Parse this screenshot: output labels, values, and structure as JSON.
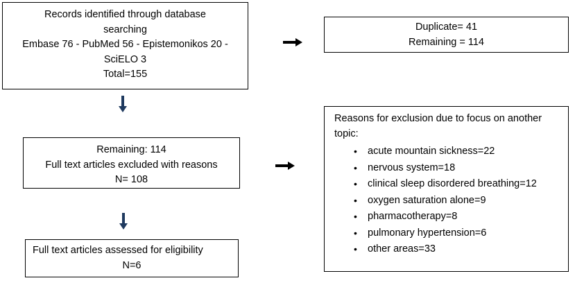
{
  "records_box": {
    "lines": [
      "Records identified through database",
      "searching",
      "Embase 76 - PubMed 56 - Epistemonikos 20 -",
      "SciELO 3",
      "Total=155"
    ]
  },
  "duplicate_box": {
    "lines": [
      "Duplicate= 41",
      "Remaining = 114"
    ]
  },
  "remaining_box": {
    "lines": [
      "Remaining: 114",
      "Full text articles excluded with reasons",
      "N= 108"
    ]
  },
  "assessed_box": {
    "lines": [
      "Full text articles assessed for eligibility",
      "N=6"
    ]
  },
  "reasons_box": {
    "heading": [
      "Reasons for exclusion due to focus on another",
      "topic:"
    ],
    "items": [
      "acute mountain sickness=22",
      "nervous system=18",
      "clinical sleep disordered breathing=12",
      "oxygen saturation alone=9",
      "pharmacotherapy=8",
      "pulmonary hypertension=6",
      "other areas=33"
    ],
    "bullet": "•"
  },
  "colors": {
    "down_arrow": "#1f3a5f",
    "right_arrow": "#000000",
    "border": "#000000"
  }
}
